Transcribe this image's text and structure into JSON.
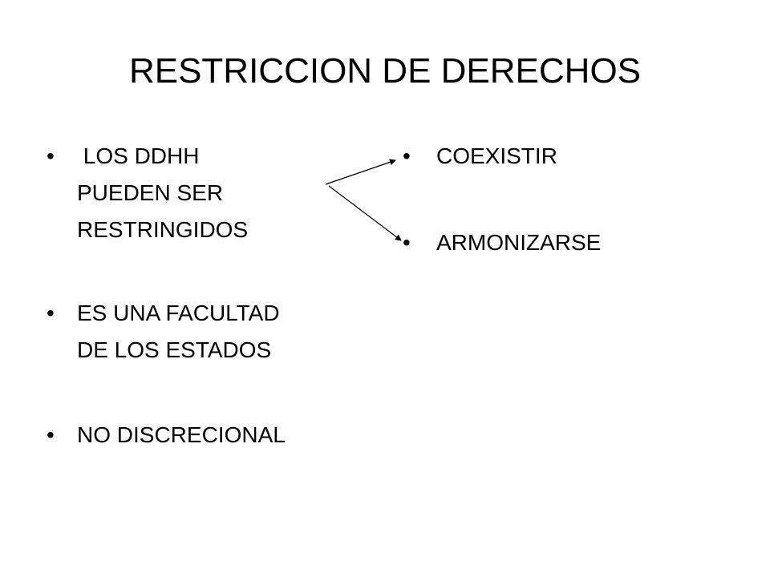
{
  "slide": {
    "title": "RESTRICCION DE DERECHOS",
    "left_bullets": [
      {
        "lines": [
          " LOS DDHH",
          "PUEDEN SER",
          "RESTRINGIDOS"
        ]
      },
      {
        "lines": [
          "ES UNA FACULTAD",
          "DE LOS ESTADOS"
        ]
      },
      {
        "lines": [
          "NO DISCRECIONAL"
        ]
      }
    ],
    "right_bullets": [
      {
        "lines": [
          "COEXISTIR"
        ]
      },
      {
        "lines": [
          "ARMONIZARSE"
        ]
      }
    ],
    "bullet_glyph": "•",
    "text_color": "#000000",
    "background_color": "#ffffff"
  }
}
